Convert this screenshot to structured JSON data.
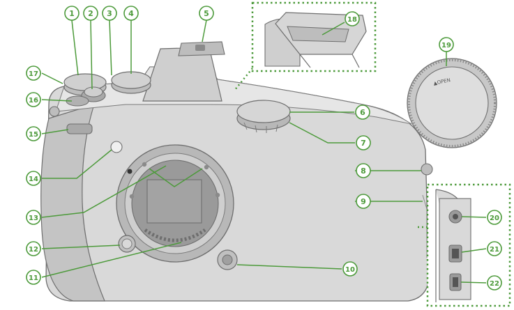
{
  "callouts": [
    {
      "num": "1"
    },
    {
      "num": "2"
    },
    {
      "num": "3"
    },
    {
      "num": "4"
    },
    {
      "num": "5"
    },
    {
      "num": "6"
    },
    {
      "num": "7"
    },
    {
      "num": "8"
    },
    {
      "num": "9"
    },
    {
      "num": "10"
    },
    {
      "num": "11"
    },
    {
      "num": "12"
    },
    {
      "num": "13"
    },
    {
      "num": "14"
    },
    {
      "num": "15"
    },
    {
      "num": "16"
    },
    {
      "num": "17"
    },
    {
      "num": "18"
    },
    {
      "num": "19"
    },
    {
      "num": "20"
    },
    {
      "num": "21"
    },
    {
      "num": "22"
    }
  ],
  "body_cap": {
    "text": "▲OPEN"
  },
  "colors": {
    "accent": "#4c9a3a",
    "callout_fill": "#ffffff",
    "callout_text": "#4c9a3a",
    "camera_light": "#d9d9d9",
    "camera_mid": "#b8b8b8",
    "camera_dark": "#8a8a8a",
    "outline": "#6e6e6e",
    "sensor": "#a3a3a3"
  }
}
